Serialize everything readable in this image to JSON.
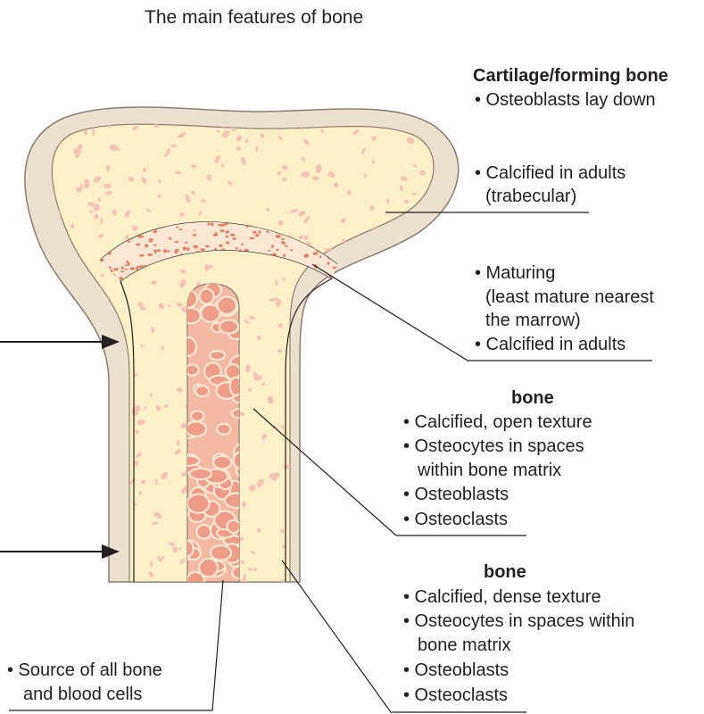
{
  "title": "The main features of bone",
  "labels": {
    "cartilage_heading": "Cartilage/forming bone",
    "cartilage_1": "• Osteoblasts lay down",
    "trabecular_1": "• Calcified in adults",
    "trabecular_2": "(trabecular)",
    "maturing_1": "• Maturing",
    "maturing_2": "(least mature nearest",
    "maturing_3": "the marrow)",
    "maturing_4": "• Calcified in adults",
    "spongy_heading": "bone",
    "spongy_1": "• Calcified, open texture",
    "spongy_2": "• Osteocytes in spaces",
    "spongy_3": "within bone matrix",
    "spongy_4": "• Osteoblasts",
    "spongy_5": "• Osteoclasts",
    "compact_heading": "bone",
    "compact_1": "• Calcified, dense texture",
    "compact_2": "• Osteocytes in spaces within",
    "compact_3": "bone matrix",
    "compact_4": "• Osteoblasts",
    "compact_5": "• Osteoclasts",
    "marrow_1": "• Source of all bone",
    "marrow_2": "and blood cells"
  },
  "colors": {
    "periosteum": "#ece0d1",
    "trabecular": "#fbf1c6",
    "spongy_pores": "#f6c4b6",
    "growth_zone": "#e58366",
    "marrow": "#f5b8a0",
    "marrow_lines": "#fbe6d4",
    "outline": "#8a7d73",
    "text": "#231f20"
  }
}
